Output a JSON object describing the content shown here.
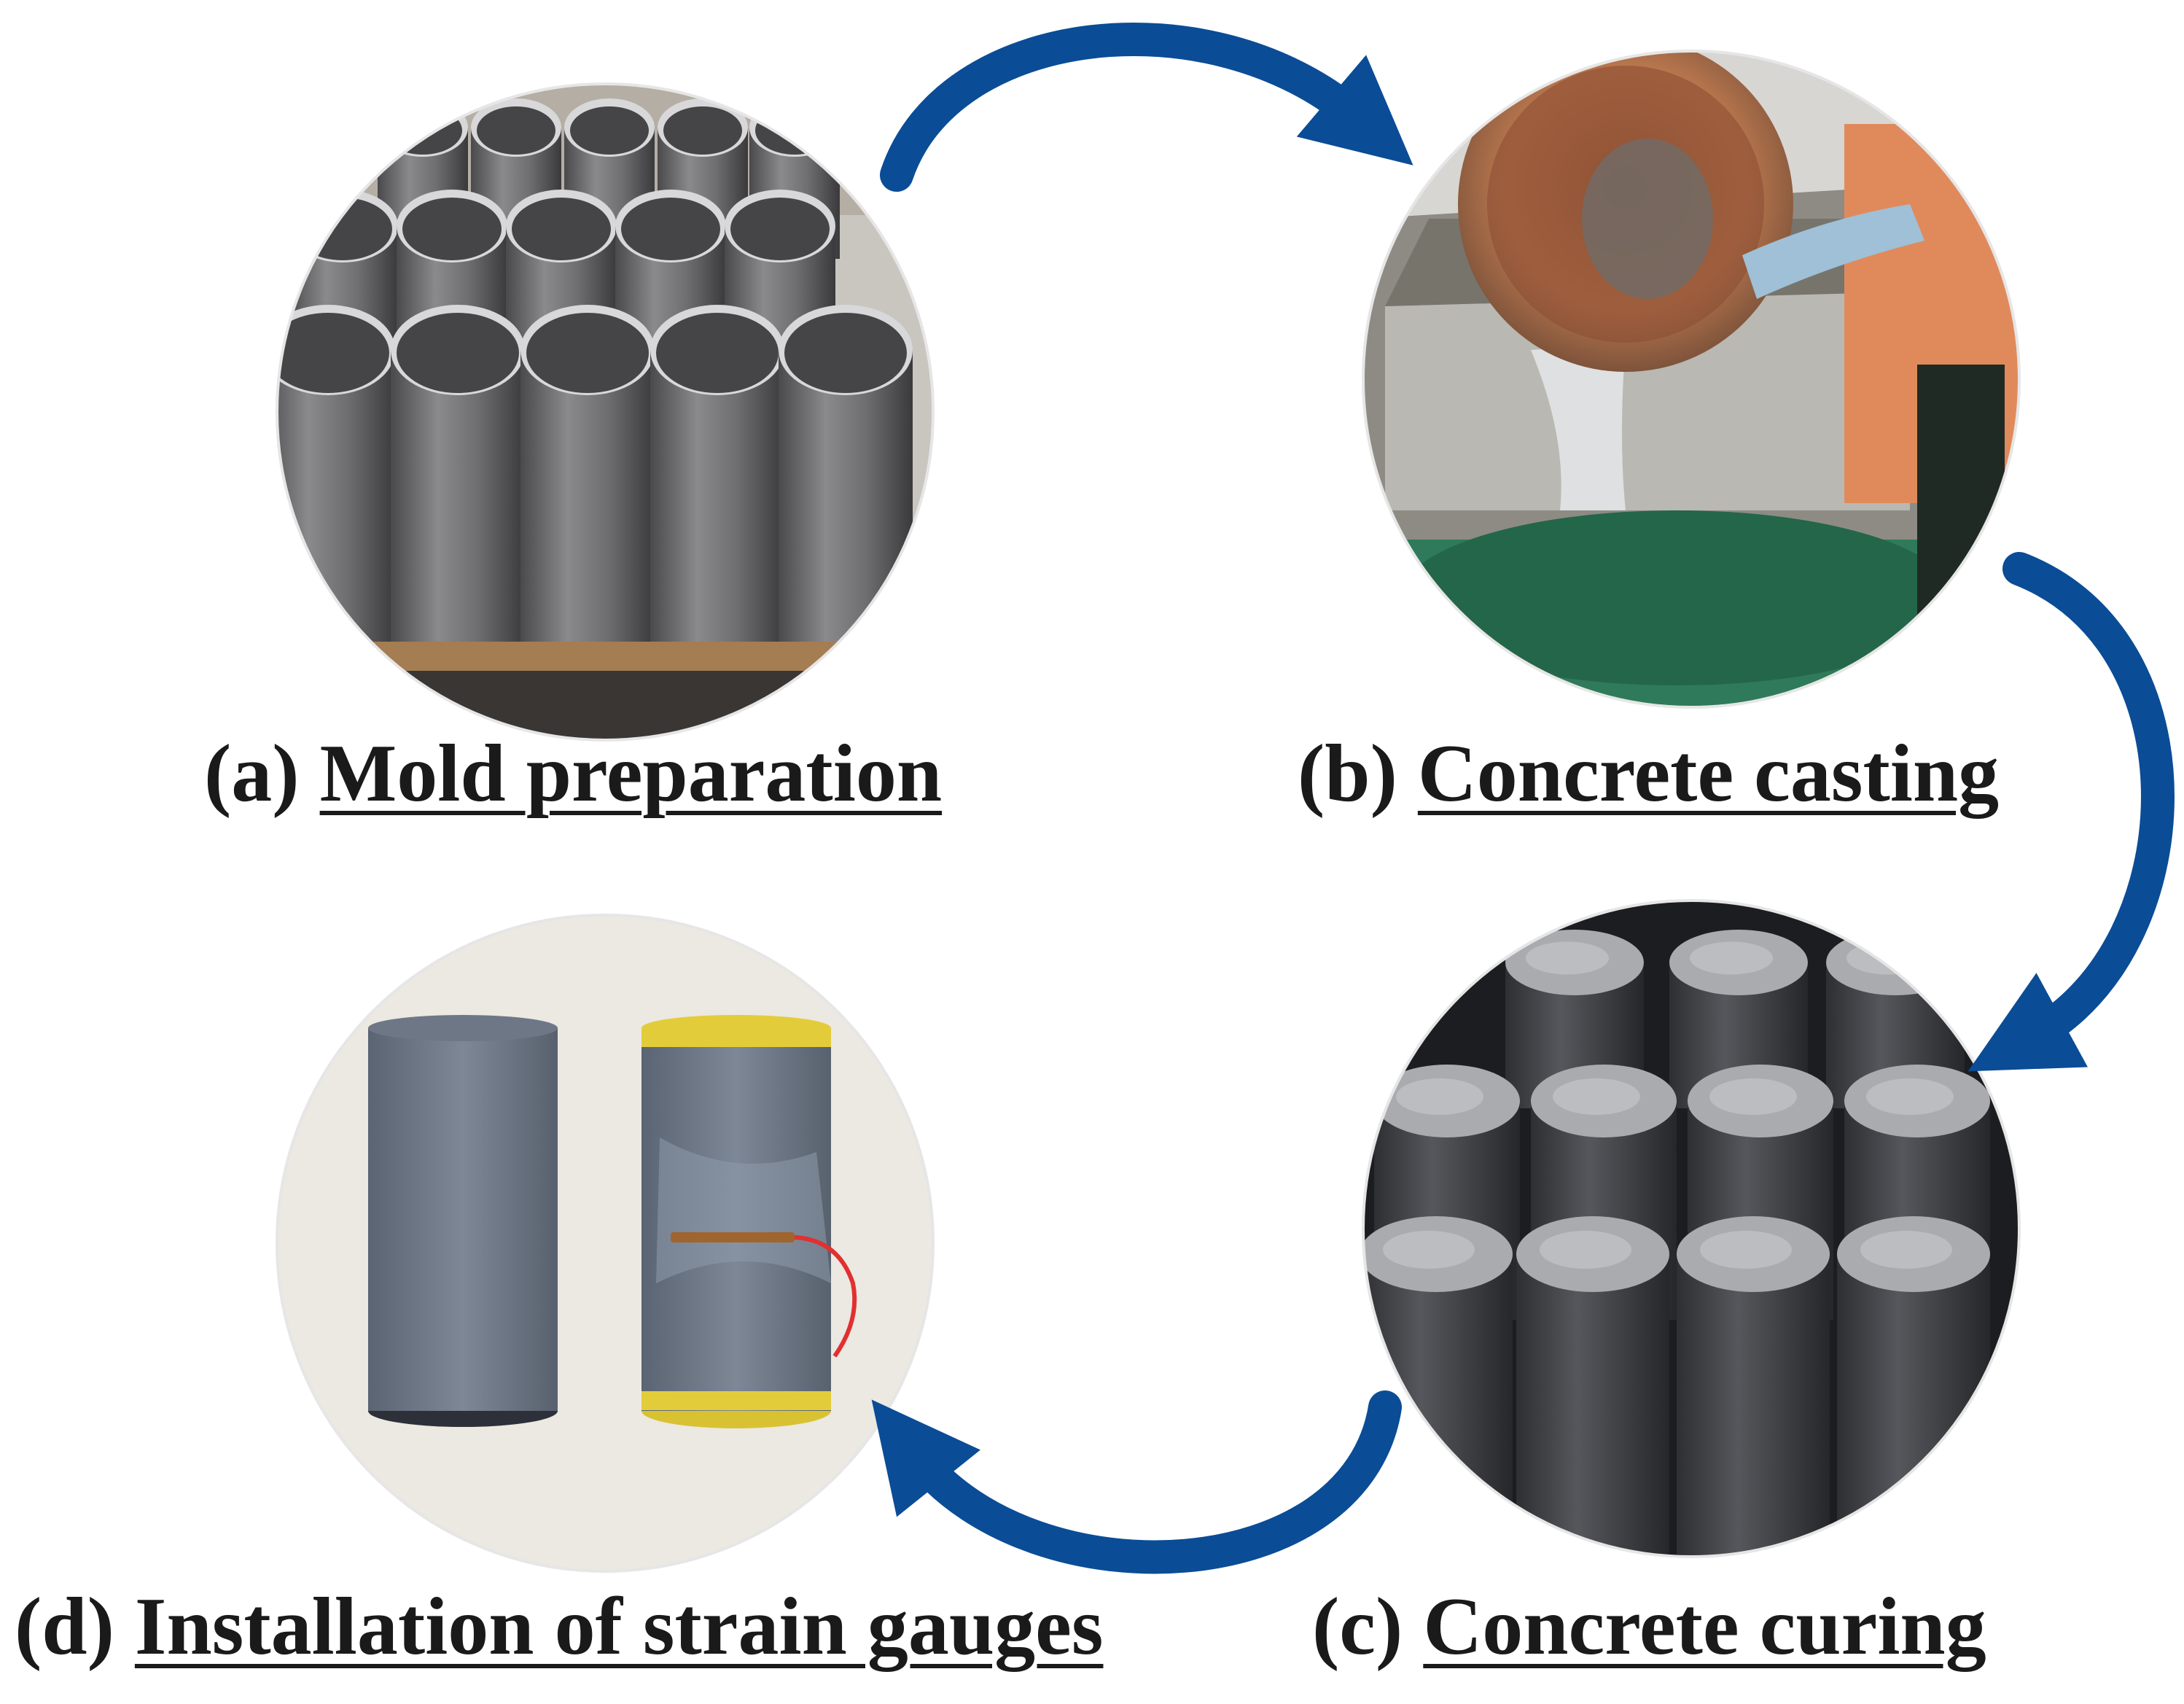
{
  "colors": {
    "arrow": "#0a4c96",
    "background": "#ffffff",
    "text": "#1a1a1a",
    "panel_d_bg": "#ece8e2"
  },
  "steps": [
    {
      "letter": "(a)",
      "label": "Mold preparation"
    },
    {
      "letter": "(b)",
      "label": "Concrete casting"
    },
    {
      "letter": "(c)",
      "label": "Concrete curing"
    },
    {
      "letter": "(d)",
      "label": "Installation of strain gauges"
    }
  ]
}
